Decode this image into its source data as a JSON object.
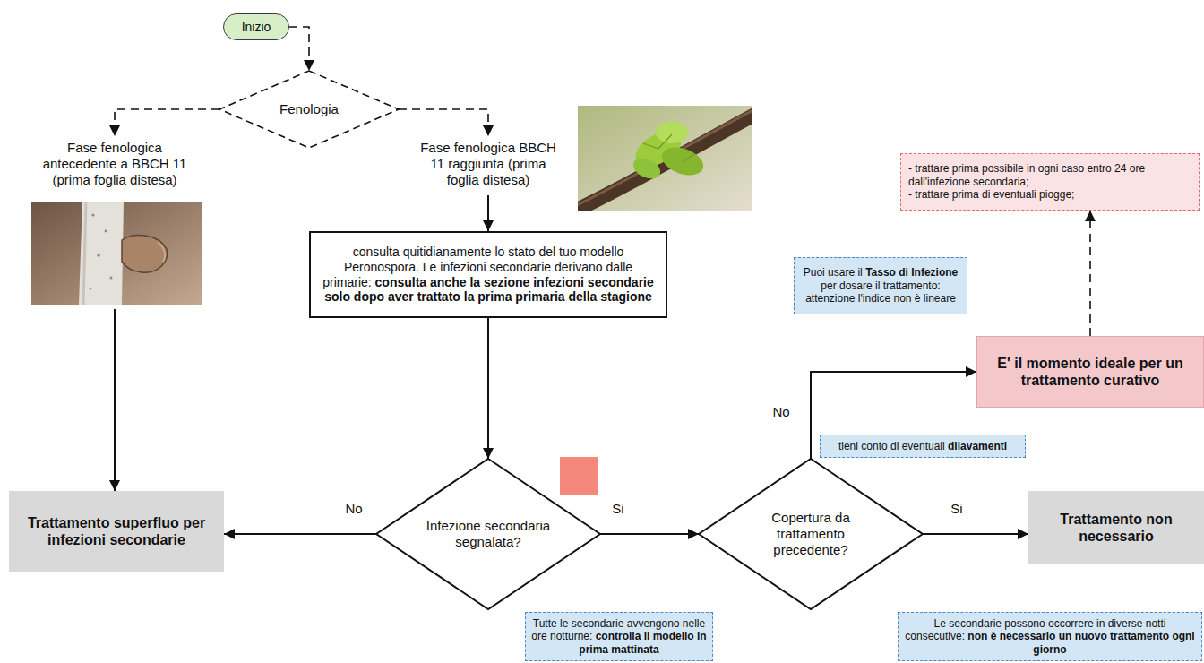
{
  "diagram": {
    "nodes": [
      {
        "text": [
          "Inizio"
        ]
      },
      {
        "text": [
          "Fenologia"
        ]
      },
      {
        "text": [
          "Fase fenologica antecedente a BBCH 11 (prima foglia distesa)"
        ]
      },
      {
        "text": [
          "Fase fenologica BBCH 11 raggiunta (prima foglia distesa)"
        ]
      },
      {
        "text": [
          "consulta quitidianamente lo stato del tuo modello Peronospora. Le infezioni secondarie derivano dalle primarie:",
          "consulta anche la sezione infezioni secondarie solo dopo aver trattato la prima primaria della stagione"
        ]
      },
      {
        "text": [
          "Infezione secondaria segnalata?"
        ]
      },
      {
        "text": [
          "Trattamento superfluo per infezioni secondarie"
        ]
      },
      {
        "text": [
          "Copertura da trattamento precedente?"
        ]
      },
      {
        "text": [
          "Trattamento non necessario"
        ]
      },
      {
        "text": [
          "E' il momento ideale per un trattamento curativo"
        ]
      },
      {
        "text": [
          "- trattare prima possibile in ogni caso entro 24 ore dall'infezione secondaria;",
          "- trattare prima di eventuali piogge;"
        ]
      },
      {
        "text": [
          "Puoi usare il",
          "Tasso di Infezione",
          "per dosare il trattamento: attenzione l'indice non è lineare"
        ]
      },
      {
        "text": [
          "tieni conto di eventuali",
          "dilavamenti"
        ]
      },
      {
        "text": [
          "Tutte le secondarie avvengono nelle ore notturne:",
          "controlla il modello in prima mattinata"
        ]
      },
      {
        "text": [
          "Le secondarie possono occorrere in diverse notti consecutive:",
          "non è necessario un nuovo trattamento ogni giorno"
        ]
      }
    ],
    "edges": [
      {
        "from": 0,
        "to": 1,
        "arrow": "to"
      },
      {
        "from": 1,
        "to": 2,
        "arrow": "to"
      },
      {
        "from": 1,
        "to": 3,
        "arrow": "to"
      },
      {
        "from": 2,
        "to": 6,
        "arrow": "to"
      },
      {
        "from": 3,
        "to": 4,
        "arrow": "to"
      },
      {
        "from": 4,
        "to": 5,
        "arrow": "to"
      },
      {
        "from": 5,
        "to": 6,
        "label": "No",
        "arrow": "to"
      },
      {
        "from": 5,
        "to": 7,
        "label": "Si",
        "arrow": "to"
      },
      {
        "from": 7,
        "to": 8,
        "label": "Si",
        "arrow": "to"
      },
      {
        "from": 7,
        "to": 9,
        "label": "No",
        "arrow": "to"
      },
      {
        "from": 9,
        "to": 10,
        "arrow": "to"
      }
    ]
  }
}
